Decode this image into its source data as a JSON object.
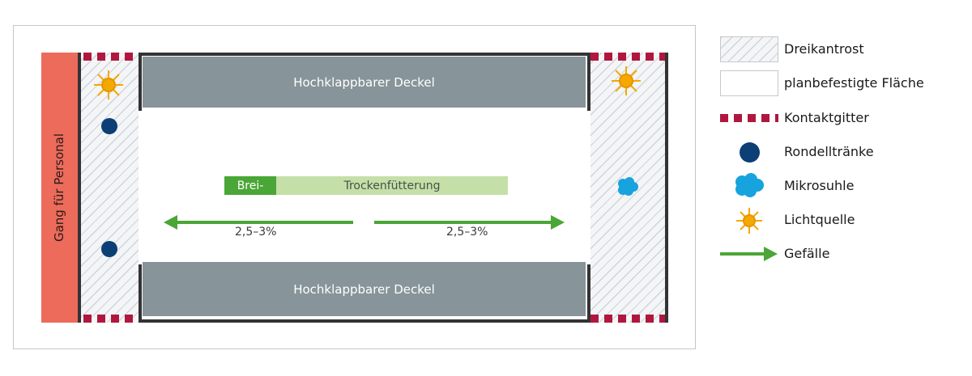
{
  "diagram": {
    "gang_label": "Gang für Personal",
    "lid_top": "Hochklappbarer Deckel",
    "lid_bottom": "Hochklappbarer Deckel",
    "feeding": {
      "left_label": "Brei-",
      "right_label": "Trockenfütterung"
    },
    "slope_left": "2,5–3%",
    "slope_right": "2,5–3%"
  },
  "legend": {
    "items": [
      {
        "label": "Dreikantrost"
      },
      {
        "label": "planbefestigte Fläche"
      },
      {
        "label": "Kontaktgitter"
      },
      {
        "label": "Rondelltränke"
      },
      {
        "label": "Mikrosuhle"
      },
      {
        "label": "Lichtquelle"
      },
      {
        "label": "Gefälle"
      }
    ]
  },
  "colors": {
    "gang": "#ec6b5b",
    "lid": "#879499",
    "contact_grid": "#b0173f",
    "drinker": "#0b3f75",
    "wallow": "#17a3dd",
    "light": "#f5a800",
    "slope": "#4aa636"
  },
  "icons": {
    "light": "sun-icon",
    "drinker": "drinker-icon",
    "wallow": "wallow-icon",
    "slope": "arrow-right-icon"
  }
}
